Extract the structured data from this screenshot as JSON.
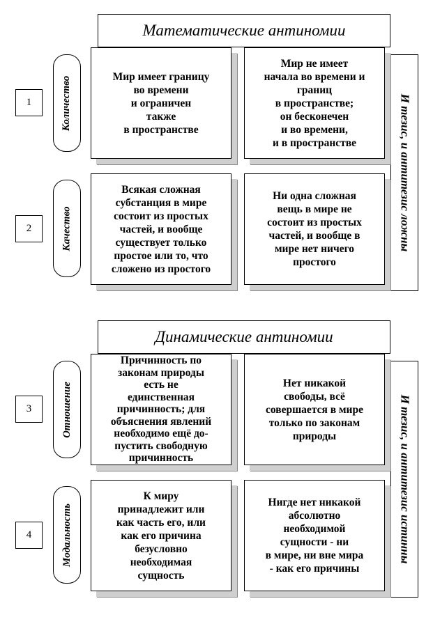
{
  "math": {
    "title": "Математические антиномии",
    "side_label": "И тезис, и антитезис ложны",
    "rows": [
      {
        "number": "1",
        "category": "Количество",
        "thesis": [
          "Мир имеет границу",
          "во времени",
          "и ограничен",
          "также",
          "в пространстве"
        ],
        "antithesis": [
          "Мир не имеет",
          "начала во времени и",
          "границ",
          "в пространстве;",
          "он бесконечен",
          "и во времени,",
          "и в пространстве"
        ]
      },
      {
        "number": "2",
        "category": "Качество",
        "thesis": [
          "Всякая сложная",
          "субстанция в мире",
          "состоит из простых",
          "частей, и вообще",
          "существует только",
          "простое или то, что",
          "сложено из  простого"
        ],
        "antithesis": [
          "Ни одна сложная",
          "вещь в мире не",
          "состоит из простых",
          "частей, и вообще в",
          "мире нет ничего",
          "простого"
        ]
      }
    ]
  },
  "dyn": {
    "title": "Динамические антиномии",
    "side_label": "И тезис, и антитезис истинны",
    "rows": [
      {
        "number": "3",
        "category": "Отношение",
        "thesis": [
          "Причинность по",
          "законам природы",
          "есть не",
          "единственная",
          "причинность; для",
          "объяснения явлений",
          "необходимо ещё до-",
          "пустить свободную",
          "причинность"
        ],
        "antithesis": [
          "Нет никакой",
          "свободы, всё",
          "совершается в мире",
          "только по законам",
          "природы"
        ]
      },
      {
        "number": "4",
        "category": "Модальность",
        "thesis": [
          "К миру",
          "принадлежит или",
          "как часть его, или",
          "как его причина",
          "безусловно",
          "необходимая",
          "сущность"
        ],
        "antithesis": [
          "Нигде нет никакой",
          "абсолютно",
          "необходимой",
          "сущности - ни",
          "в мире, ни вне мира",
          "- как его причины"
        ]
      }
    ]
  }
}
